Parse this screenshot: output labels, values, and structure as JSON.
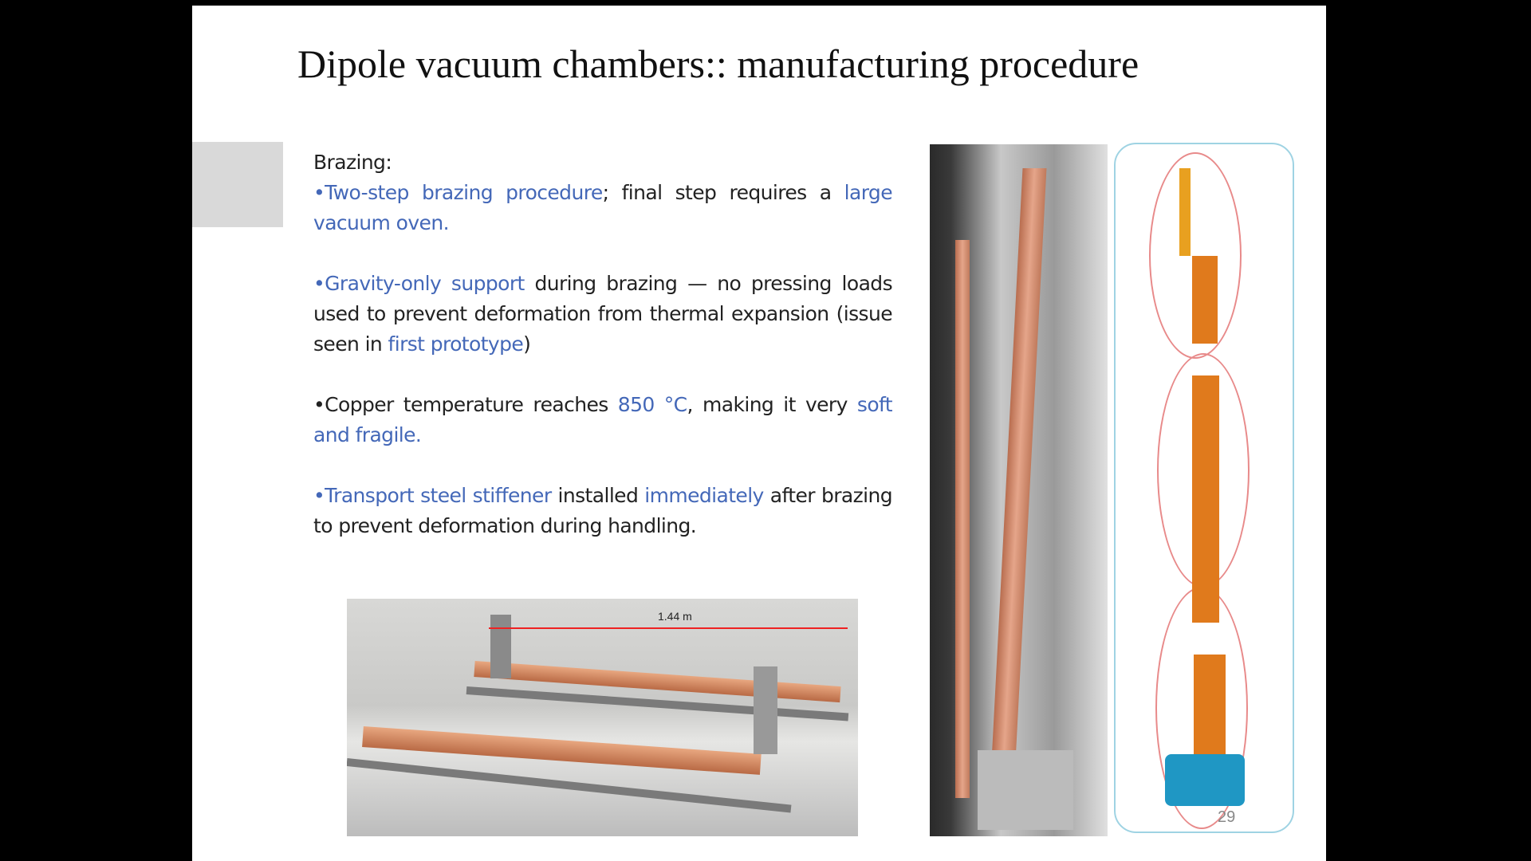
{
  "slide": {
    "title": "Dipole vacuum chambers:: manufacturing procedure",
    "section_heading": "Brazing:",
    "bullets": [
      {
        "parts": [
          {
            "t": "•Two-step brazing procedure",
            "hl": true
          },
          {
            "t": "; final step requires a ",
            "hl": false
          },
          {
            "t": "large vacuum oven.",
            "hl": true
          }
        ]
      },
      {
        "parts": [
          {
            "t": "•Gravity-only support",
            "hl": true
          },
          {
            "t": " during brazing — no pressing loads used to prevent deformation from thermal expansion (issue seen in ",
            "hl": false
          },
          {
            "t": "first prototype",
            "hl": true
          },
          {
            "t": ")",
            "hl": false
          }
        ]
      },
      {
        "parts": [
          {
            "t": "•Copper temperature reaches ",
            "hl": false
          },
          {
            "t": "850 °C",
            "hl": true
          },
          {
            "t": ", making it very ",
            "hl": false
          },
          {
            "t": "soft and fragile.",
            "hl": true
          }
        ]
      },
      {
        "parts": [
          {
            "t": "•Transport steel stiffener",
            "hl": true
          },
          {
            "t": " installed ",
            "hl": false
          },
          {
            "t": "immediately",
            "hl": true
          },
          {
            "t": " after brazing to prevent deformation during handling.",
            "hl": false
          }
        ]
      }
    ],
    "photo_dimension_label": "1.44 m",
    "page_number": "29",
    "colors": {
      "highlight": "#4468b8",
      "text": "#222222",
      "diagram_border": "#9fd3e3"
    }
  }
}
